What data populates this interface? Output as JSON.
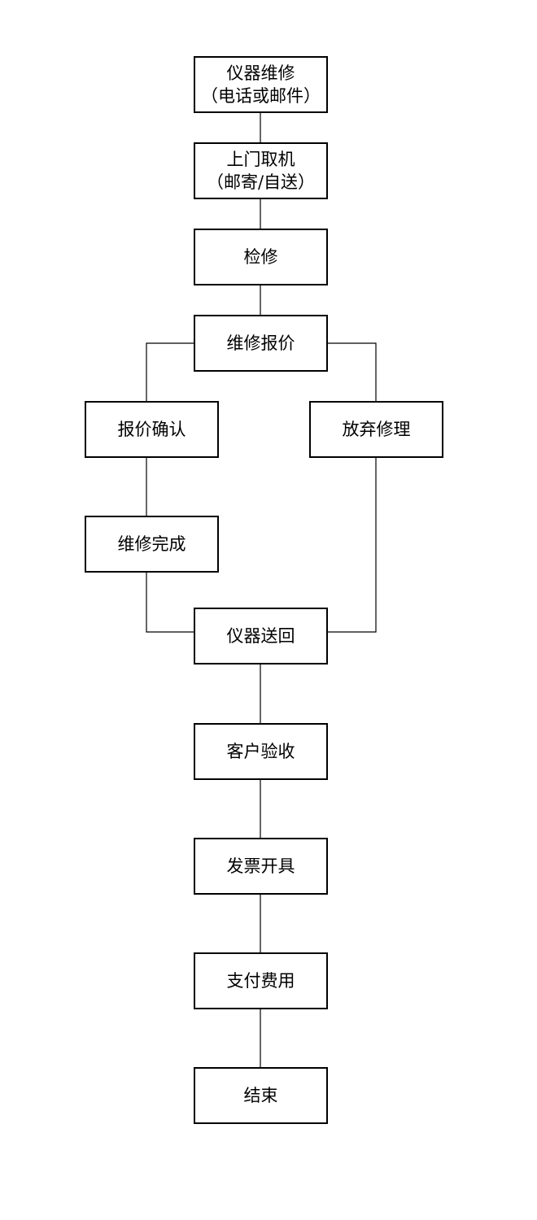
{
  "nodes": {
    "repair_request": {
      "line1": "仪器维修",
      "line2": "（电话或邮件）"
    },
    "pickup": {
      "line1": "上门取机",
      "line2": "（邮寄/自送）"
    },
    "inspect": {
      "label": "检修"
    },
    "quote": {
      "label": "维修报价"
    },
    "confirm": {
      "label": "报价确认"
    },
    "abandon": {
      "label": "放弃修理"
    },
    "done": {
      "label": "维修完成"
    },
    "return": {
      "label": "仪器送回"
    },
    "accept": {
      "label": "客户验收"
    },
    "invoice": {
      "label": "发票开具"
    },
    "pay": {
      "label": "支付费用"
    },
    "end": {
      "label": "结束"
    }
  },
  "colors": {
    "line": "#000000",
    "box_border": "#000000",
    "background": "#ffffff"
  }
}
